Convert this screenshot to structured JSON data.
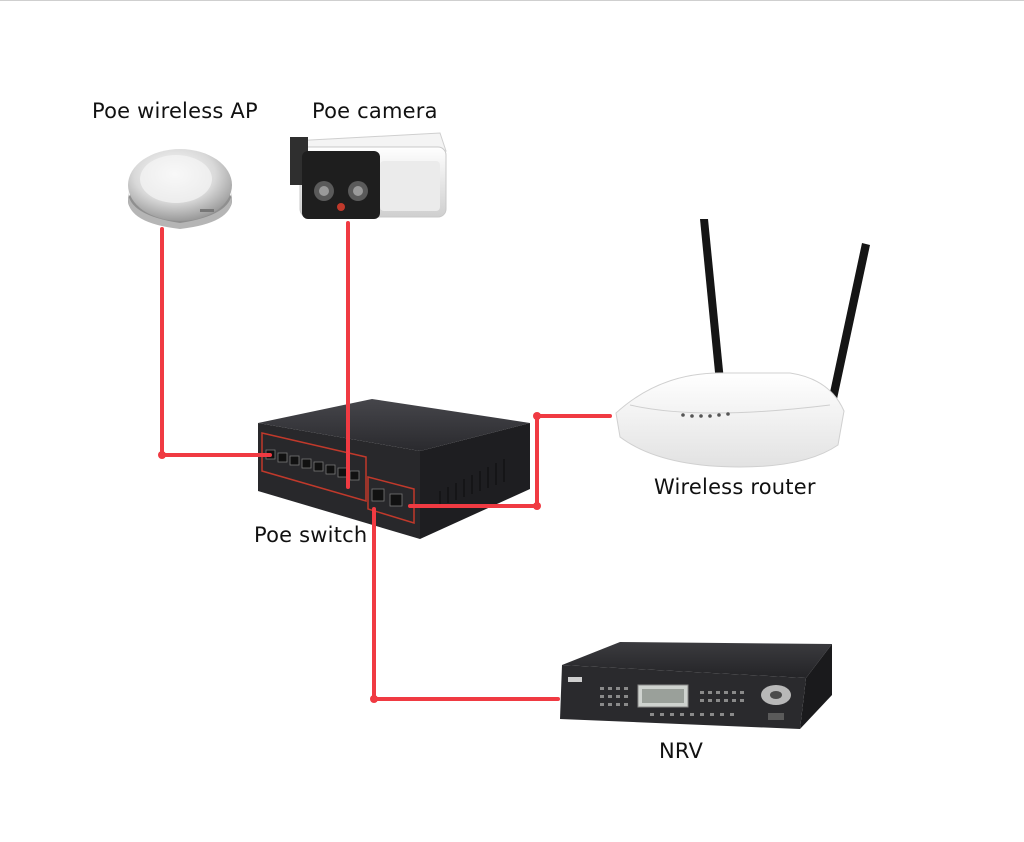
{
  "devices": {
    "ap": {
      "label": "Poe wireless AP"
    },
    "camera": {
      "label": "Poe camera"
    },
    "router": {
      "label": "Wireless router"
    },
    "switch": {
      "label": "Poe switch"
    },
    "nvr": {
      "label": "NRV"
    }
  },
  "colors": {
    "cable": "#f03a42",
    "device_dark": "#2b2b2e",
    "device_light": "#f2f2f2"
  }
}
